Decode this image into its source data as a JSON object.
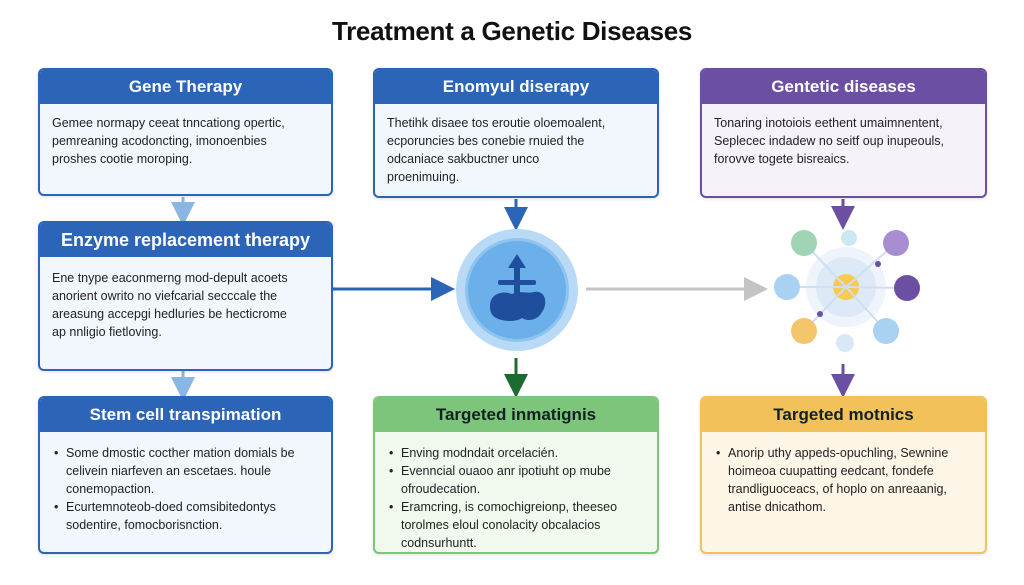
{
  "title": "Treatment a Genetic Diseases",
  "cards": {
    "gene_therapy": {
      "header": "Gene Therapy",
      "lines": [
        "Gemee normapy ceeat tnncationg opertic,",
        "pemreaning acodoncting, imonoenbies",
        "proshes cootie moroping."
      ]
    },
    "enomyul": {
      "header": "Enomyul diserapy",
      "lines": [
        "Thetihk disaee tos eroutie oloemoalent,",
        "ecporuncies bes conebie rnuied the",
        "odcaniace sakbuctner unco",
        "proenimuing."
      ]
    },
    "genetic_diseases": {
      "header": "Gentetic diseases",
      "lines": [
        "Tonaring inotoiois eethent umaimnentent,",
        "Seplecec indadew no seitf oup inupeouls,",
        "forovve togete bisreaics."
      ]
    },
    "enzyme": {
      "header": "Enzyme replacement therapy",
      "lines": [
        "Ene tnype eaconmerng mod-depult acoets",
        "anorient owrito no viefcarial secccale the",
        "areasung accepgi hedluries be hecticrome",
        "ap nnligio fietloving."
      ]
    },
    "stem_cell": {
      "header": "Stem cell transpimation",
      "items": [
        "Some dmostic cocther mation domials be celivein niarfeven an escetaes. houle conemopaction.",
        "Ecurtemnoteob-doed comsibitedontys sodentire, fomocborisnction."
      ]
    },
    "targeted_inmatignis": {
      "header": "Targeted inmatignis",
      "items": [
        "Enving modndait orcelacién.",
        "Evenncial ouaoo anr ipotiuht op mube ofroudecation.",
        "Eramcring, is comochigreionp, theeseo torolmes eloul conolacity obcalacios codnsurhuntt."
      ]
    },
    "targeted_motnics": {
      "header": "Targeted motnics",
      "items": [
        "Anorip uthy appeds-opuchling, Sewnine hoimeoa cuupatting eedcant, fondefe trandliguoceacs, of hoplo on anreaanig, antise dnicathom."
      ]
    }
  },
  "colors": {
    "blue": "#2c64b8",
    "purple": "#6b4fa3",
    "green": "#7cc57a",
    "orange": "#f2c15a",
    "dark_green_arrow": "#1d6b2e",
    "hub_fill": "#6bb0ea",
    "gray_arrow": "#c4c4c4"
  },
  "icons": {
    "hub": "dna-medicine-icon",
    "network": "cell-network-icon"
  }
}
